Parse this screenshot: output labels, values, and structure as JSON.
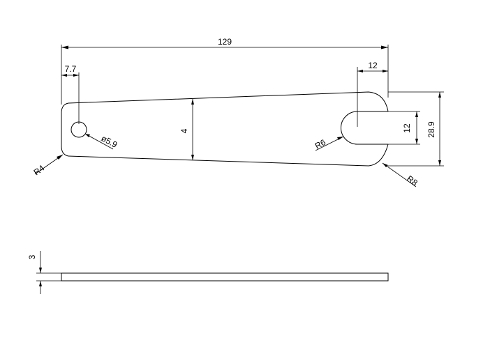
{
  "drawing": {
    "dims": {
      "overall_length": "129",
      "hole_offset": "7.7",
      "slot_offset": "12",
      "slot_width": "12",
      "end_height": "28.9",
      "mid_height": "4",
      "hole_diameter": "ø5.9",
      "radius_left_corner": "R4",
      "radius_slot": "R6",
      "radius_right_corner": "R8",
      "thickness": "3"
    }
  }
}
